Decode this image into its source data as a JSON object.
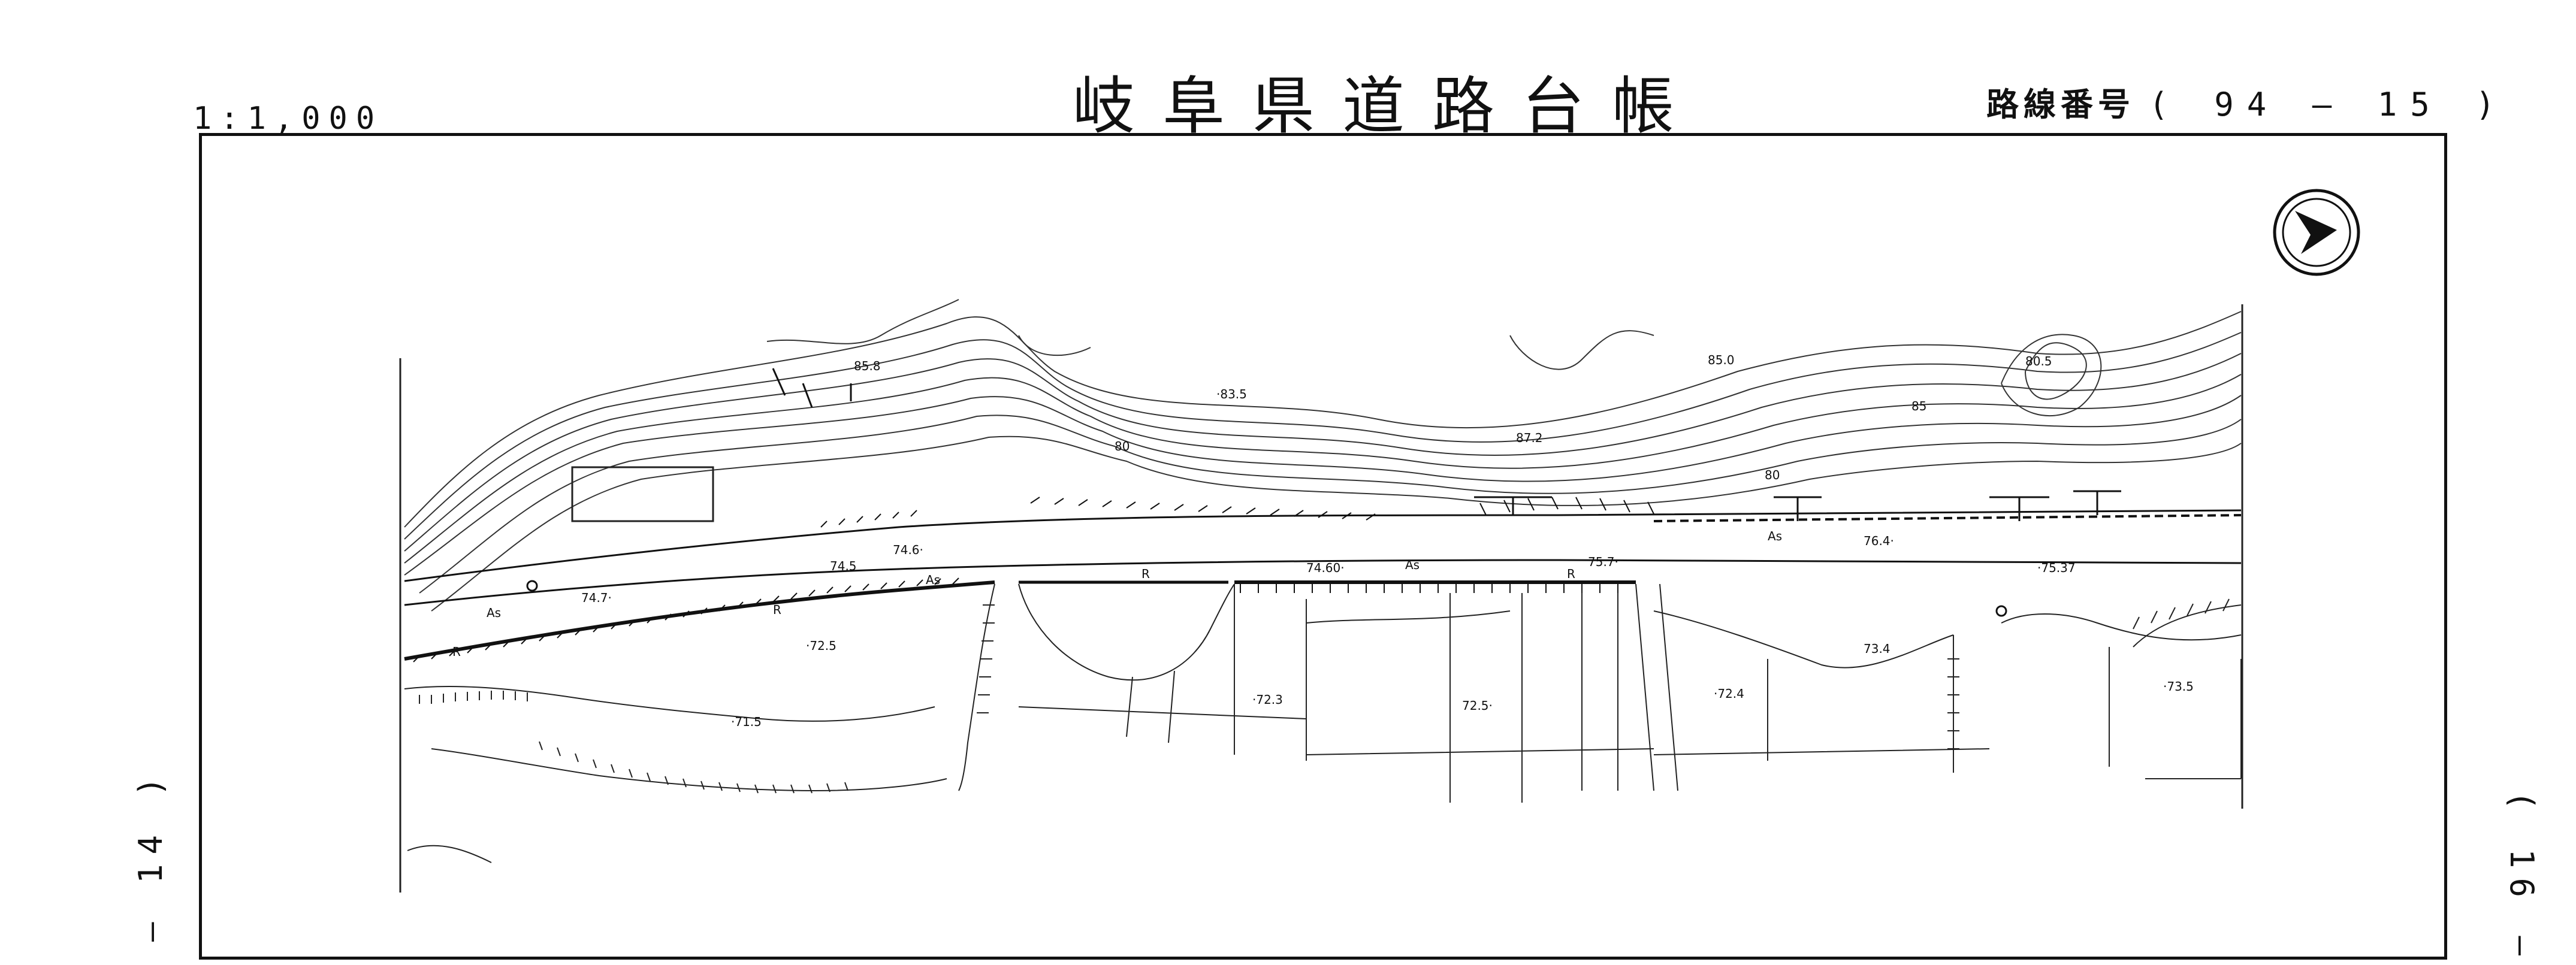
{
  "header": {
    "scale": "1:1,000",
    "title": "岐阜県道路台帳",
    "route_label": "路線番号",
    "route_value": "( 94 — 15 )"
  },
  "adjacent": {
    "left": "— 14 )",
    "right": "( 16 —"
  },
  "map": {
    "contour_labels": [
      "85.8",
      "83.5",
      "80",
      "87.2",
      "85.0",
      "80.5",
      "85",
      "80"
    ],
    "elevations": [
      "74.7",
      "74.5",
      "74.6",
      "74.60",
      "75.7",
      "76.4",
      "75.37",
      "72.5",
      "71.5",
      "72.3",
      "72.5",
      "72.4",
      "73.4",
      "73.5"
    ],
    "surface_label": "As",
    "r_mark": "R",
    "north_symbol": "north-arrow"
  }
}
